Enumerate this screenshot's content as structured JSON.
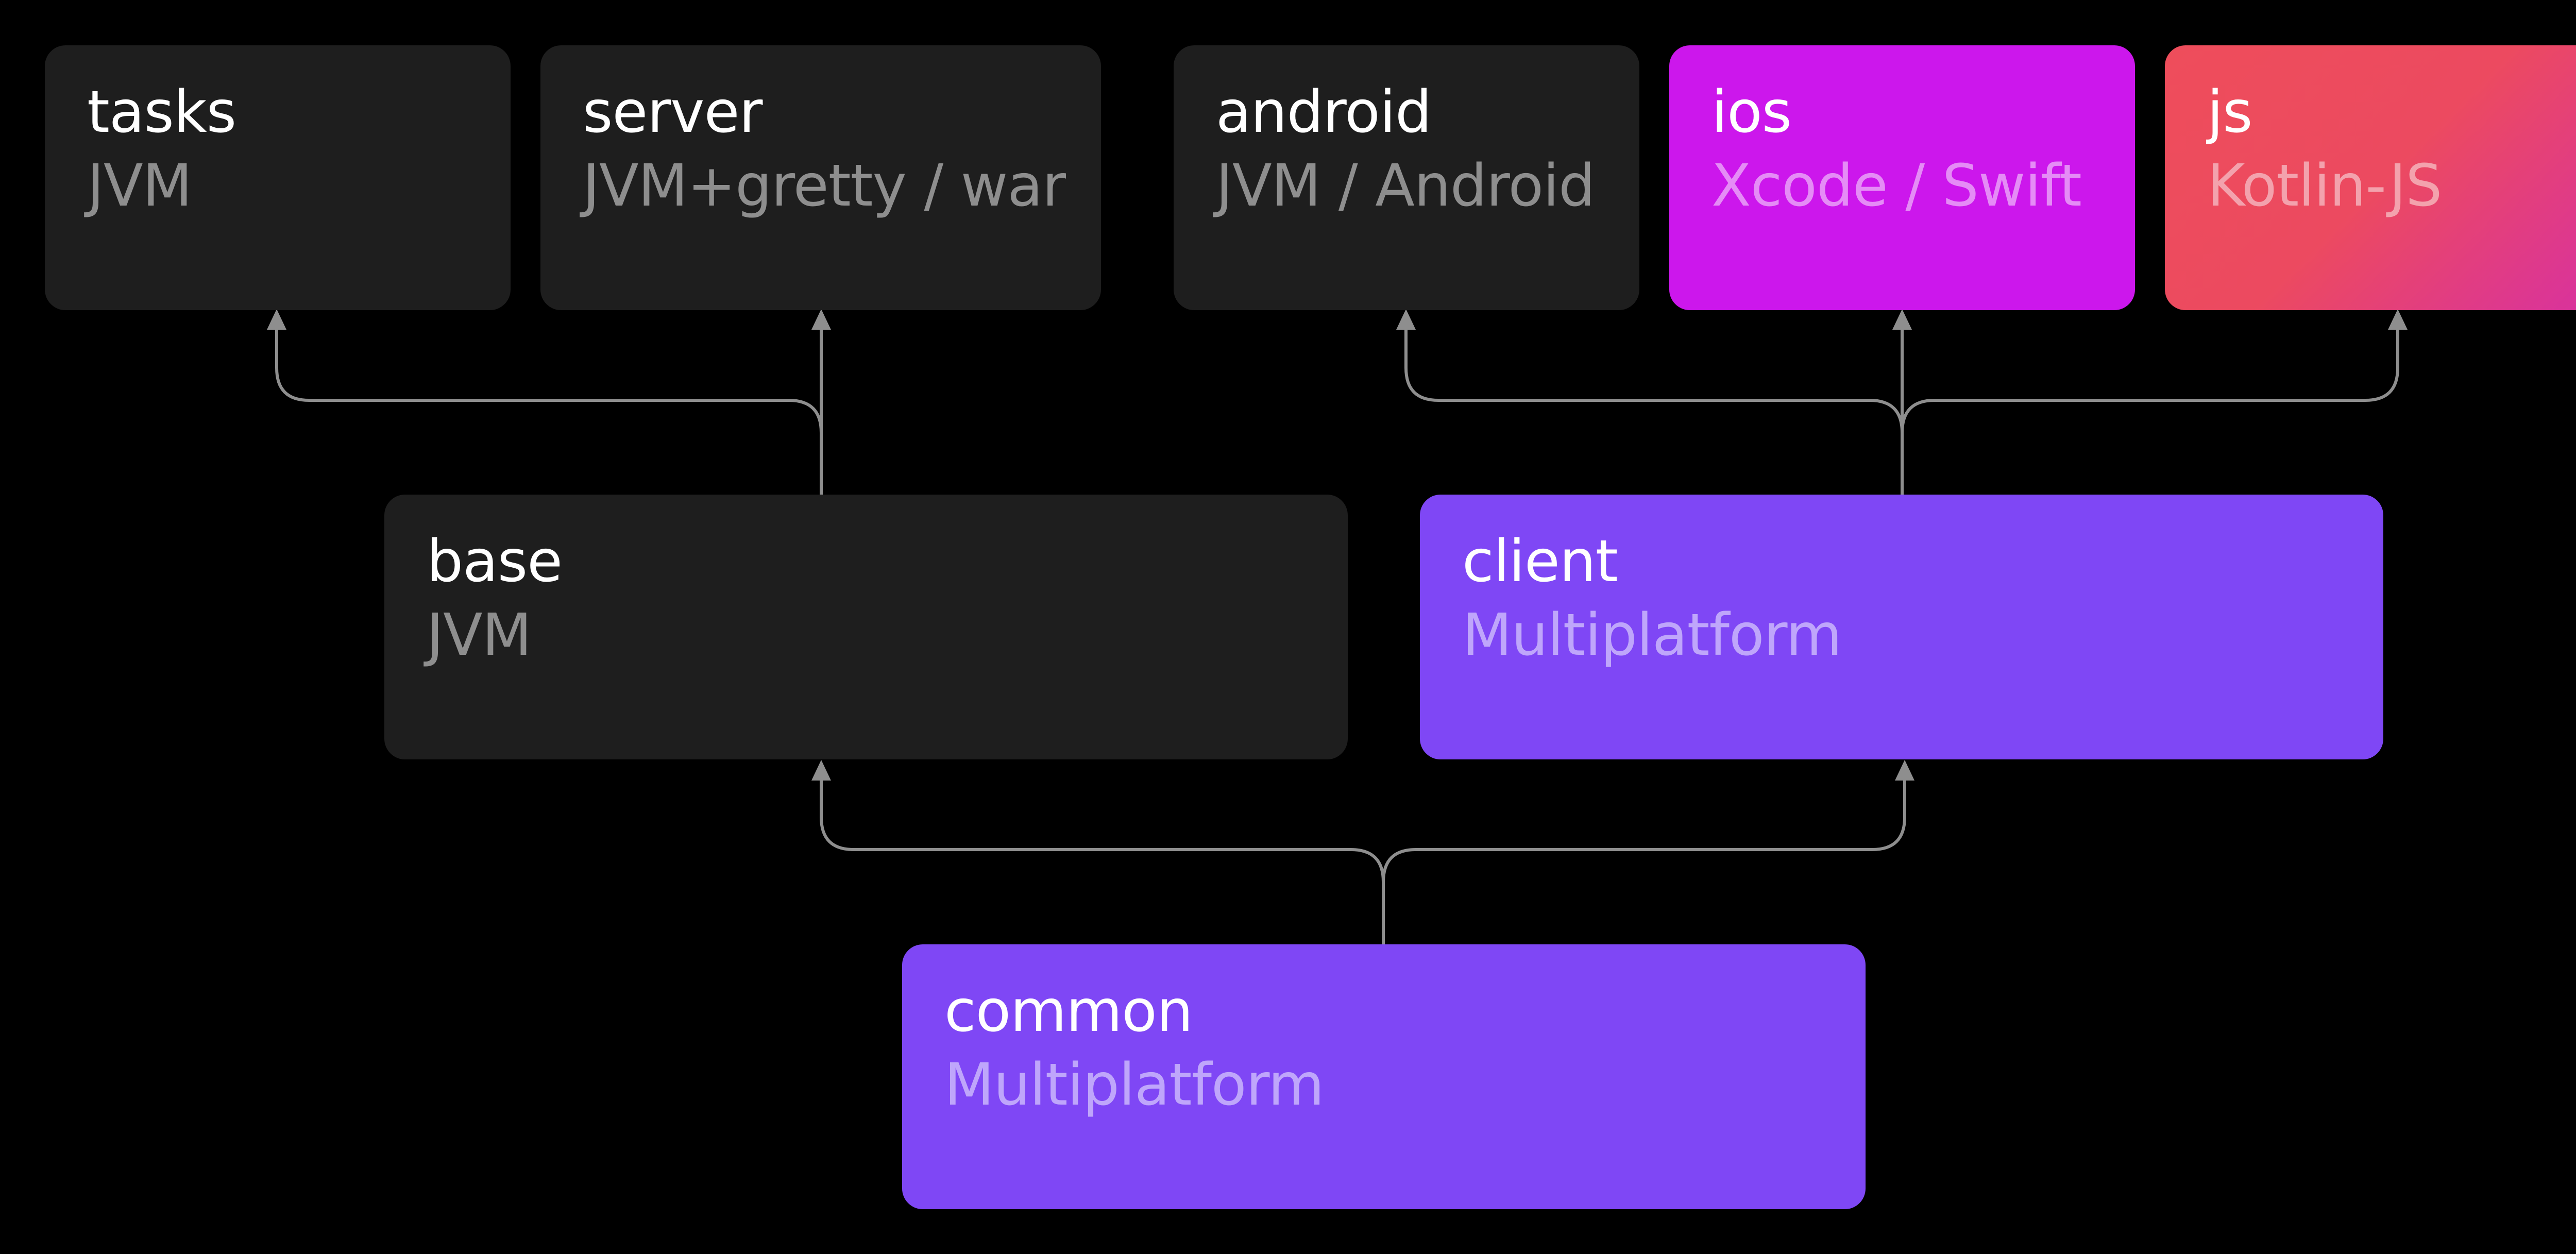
{
  "nodes": {
    "tasks": {
      "title": "tasks",
      "subtitle": "JVM"
    },
    "server": {
      "title": "server",
      "subtitle": "JVM+gretty / war"
    },
    "android": {
      "title": "android",
      "subtitle": "JVM / Android"
    },
    "ios": {
      "title": "ios",
      "subtitle": "Xcode / Swift"
    },
    "js": {
      "title": "js",
      "subtitle": "Kotlin-JS"
    },
    "base": {
      "title": "base",
      "subtitle": "JVM"
    },
    "client": {
      "title": "client",
      "subtitle": "Multiplatform"
    },
    "common": {
      "title": "common",
      "subtitle": "Multiplatform"
    }
  },
  "colors": {
    "background": "#000000",
    "dark_box": "#1e1e1e",
    "dark_subtitle": "#8e8e8e",
    "multiplatform": "#7f47f5",
    "ios": "#cc17ec",
    "js_start": "#ee4d5b",
    "js_end": "#d62fa5",
    "connector": "#8e8e8e"
  },
  "edges": [
    {
      "from": "base",
      "to": "tasks"
    },
    {
      "from": "base",
      "to": "server"
    },
    {
      "from": "client",
      "to": "android"
    },
    {
      "from": "client",
      "to": "ios"
    },
    {
      "from": "client",
      "to": "js"
    },
    {
      "from": "common",
      "to": "base"
    },
    {
      "from": "common",
      "to": "client"
    }
  ]
}
